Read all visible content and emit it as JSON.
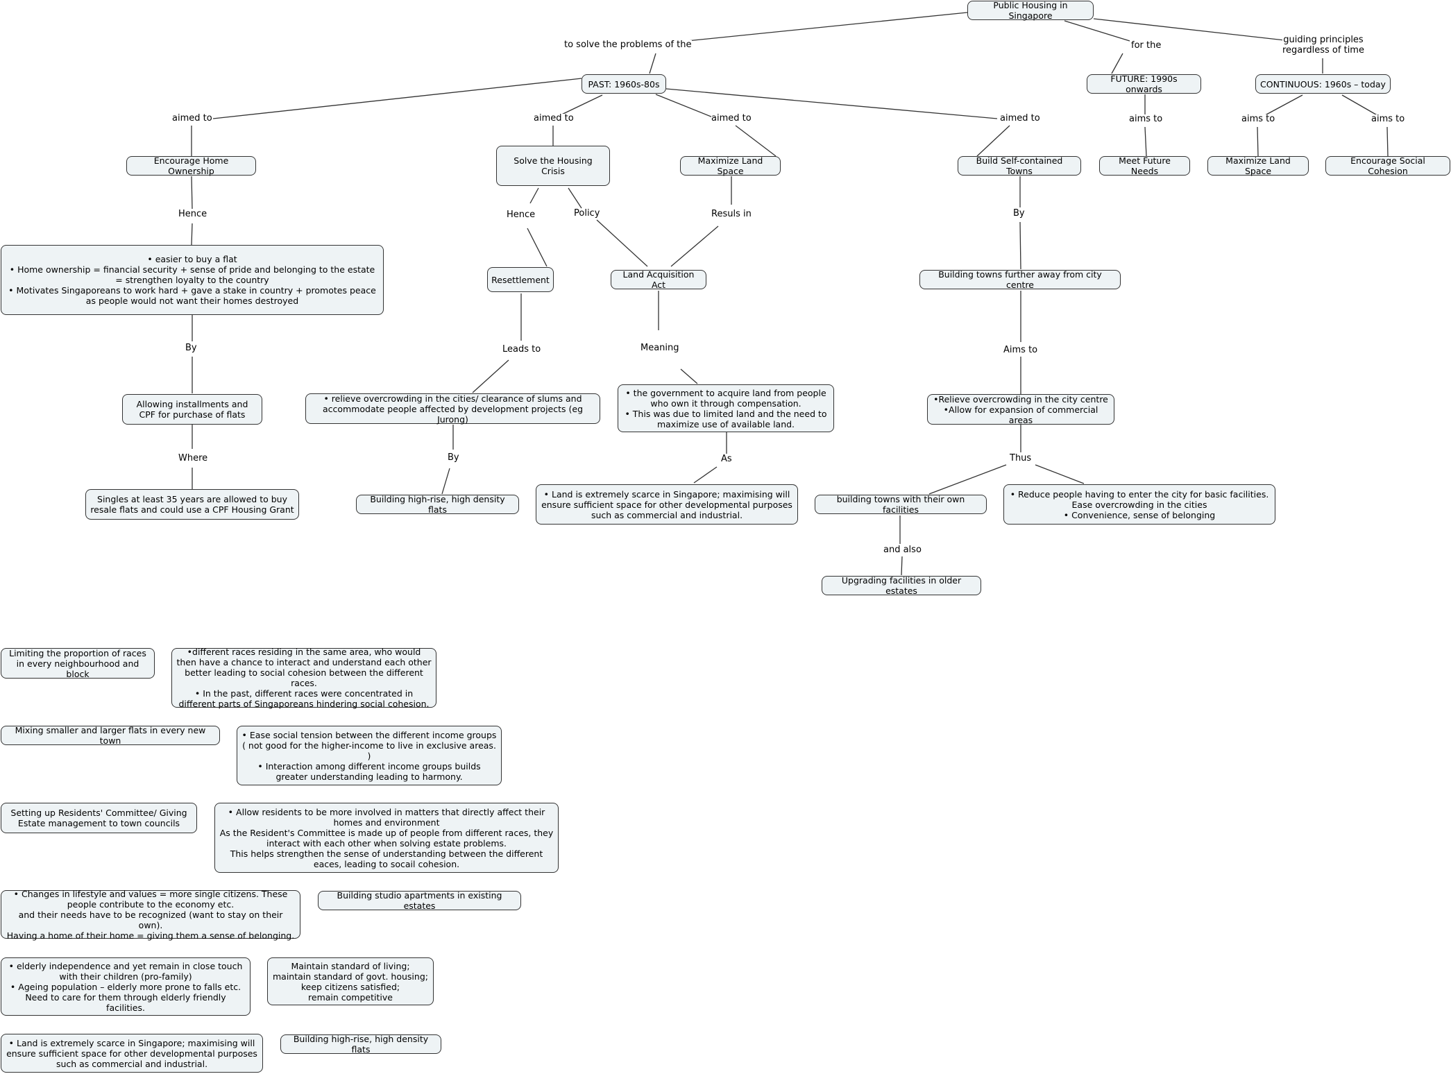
{
  "nodes": [
    {
      "id": "root",
      "text": "Public Housing in Singapore"
    },
    {
      "id": "past",
      "text": "PAST: 1960s-80s"
    },
    {
      "id": "future",
      "text": "FUTURE: 1990s onwards"
    },
    {
      "id": "continuous",
      "text": "CONTINUOUS: 1960s – today"
    },
    {
      "id": "home_own",
      "text": "Encourage Home Ownership"
    },
    {
      "id": "housing_crisis",
      "text": "Solve the Housing Crisis"
    },
    {
      "id": "max_land",
      "text": "Maximize Land Space"
    },
    {
      "id": "self_towns",
      "text": "Build Self-contained Towns"
    },
    {
      "id": "future_needs",
      "text": "Meet Future Needs"
    },
    {
      "id": "max_land2",
      "text": "Maximize Land Space"
    },
    {
      "id": "social_coh",
      "text": "Encourage Social Cohesion"
    },
    {
      "id": "easier_flat",
      "text": "•     easier to buy a flat\n•     Home ownership = financial security + sense of pride and belonging to the estate = strengthen loyalty to the country\n•     Motivates Singaporeans to work hard + gave a stake in country + promotes peace as people would not want their homes destroyed"
    },
    {
      "id": "resettlement",
      "text": "Resettlement"
    },
    {
      "id": "land_acq",
      "text": "Land Acquisition Act"
    },
    {
      "id": "further_towns",
      "text": "Building towns further away from city centre"
    },
    {
      "id": "cpf",
      "text": "Allowing installments and CPF for purchase of flats"
    },
    {
      "id": "relieve_slums",
      "text": "• relieve overcrowding in the cities/ clearance of slums and accommodate people affected by development projects (eg Jurong)"
    },
    {
      "id": "gov_acquire",
      "text": "•     the government to acquire land from people who own it through compensation.\n•     This was due to limited land and the need to maximize use of available land."
    },
    {
      "id": "relieve_city",
      "text": "•Relieve overcrowding in the city centre\n•Allow for expansion of commercial areas"
    },
    {
      "id": "singles35",
      "text": "Singles at least 35 years are allowed to buy resale flats and could use a CPF Housing Grant"
    },
    {
      "id": "highrise",
      "text": "Building high-rise, high density flats"
    },
    {
      "id": "scarce",
      "text": "•     Land is extremely scarce in Singapore; maximising will ensure sufficient space  for other developmental purposes such as commercial and industrial."
    },
    {
      "id": "own_facilities",
      "text": "building towns with their own facilities"
    },
    {
      "id": "reduce_people",
      "text": "•     Reduce people having to enter the city for basic facilities. Ease overcrowding in the cities\n•     Convenience, sense of belonging"
    },
    {
      "id": "upgrading",
      "text": "Upgrading facilities in older estates"
    },
    {
      "id": "limit_races",
      "text": "Limiting the proportion of races in every neighbourhood and block"
    },
    {
      "id": "diff_races",
      "text": "•different races residing in the same area, who would then have a chance to interact and understand each other better leading to social cohesion between the different races.\n• In the past, different races were concentrated in different parts of Singaporeans hindering social cohesion."
    },
    {
      "id": "mixing_flats",
      "text": "Mixing smaller and larger flats in every new town"
    },
    {
      "id": "ease_tension",
      "text": "•     Ease social tension between the different income groups ( not good for the higher-income to live in exclusive areas. )\n•     Interaction among different income groups builds greater understanding leading to harmony."
    },
    {
      "id": "residents_comm",
      "text": "Setting up Residents' Committee/ Giving Estate management to town councils"
    },
    {
      "id": "allow_residents",
      "text": "•     Allow residents to be more involved in matters that directly affect their homes and environment\nAs the Resident's Committee is made up of people from different races, they interact with each other when solving estate problems.\nThis helps strengthen the sense of understanding between the different eaces, leading to socail cohesion."
    },
    {
      "id": "lifestyle",
      "text": "•     Changes in lifestyle and values = more single citizens. These people contribute to the economy etc.\nand their needs have to be recognized (want to stay on their own).\nHaving a home of their home = giving them a sense of belonging."
    },
    {
      "id": "studio",
      "text": "Building studio apartments in existing estates"
    },
    {
      "id": "elderly",
      "text": "•     elderly independence and yet remain in close touch with their children (pro-family)\n•     Ageing population – elderly more prone to falls etc.\nNeed to care for them through elderly friendly facilities."
    },
    {
      "id": "maintain_std",
      "text": "Maintain standard of living; maintain standard of govt. housing;\nkeep citizens satisfied;\nremain competitive"
    },
    {
      "id": "scarce2",
      "text": "•     Land is extremely scarce in Singapore; maximising will ensure sufficient space  for other developmental purposes such as commercial and industrial."
    },
    {
      "id": "highrise2",
      "text": "Building high-rise, high density flats"
    }
  ],
  "links": [
    {
      "id": "l_solve",
      "text": "to solve the problems of the"
    },
    {
      "id": "l_for",
      "text": "for the"
    },
    {
      "id": "l_guiding",
      "text": "guiding principles\nregardless of time"
    },
    {
      "id": "l_aimed1",
      "text": "aimed to"
    },
    {
      "id": "l_aimed2",
      "text": "aimed to"
    },
    {
      "id": "l_aimed3",
      "text": "aimed to"
    },
    {
      "id": "l_aimed4",
      "text": "aimed to"
    },
    {
      "id": "l_aims_f",
      "text": "aims to"
    },
    {
      "id": "l_aims_c1",
      "text": "aims to"
    },
    {
      "id": "l_aims_c2",
      "text": "aims to"
    },
    {
      "id": "l_hence1",
      "text": "Hence"
    },
    {
      "id": "l_hence2",
      "text": "Hence"
    },
    {
      "id": "l_policy",
      "text": "Policy"
    },
    {
      "id": "l_results",
      "text": "Resuls in"
    },
    {
      "id": "l_by1",
      "text": "By"
    },
    {
      "id": "l_by_towns",
      "text": "By"
    },
    {
      "id": "l_leads",
      "text": "Leads to"
    },
    {
      "id": "l_meaning",
      "text": "Meaning"
    },
    {
      "id": "l_aims_to",
      "text": "Aims to"
    },
    {
      "id": "l_where",
      "text": "Where"
    },
    {
      "id": "l_by2",
      "text": "By"
    },
    {
      "id": "l_as",
      "text": "As"
    },
    {
      "id": "l_thus",
      "text": "Thus"
    },
    {
      "id": "l_andalso",
      "text": "and also"
    }
  ]
}
